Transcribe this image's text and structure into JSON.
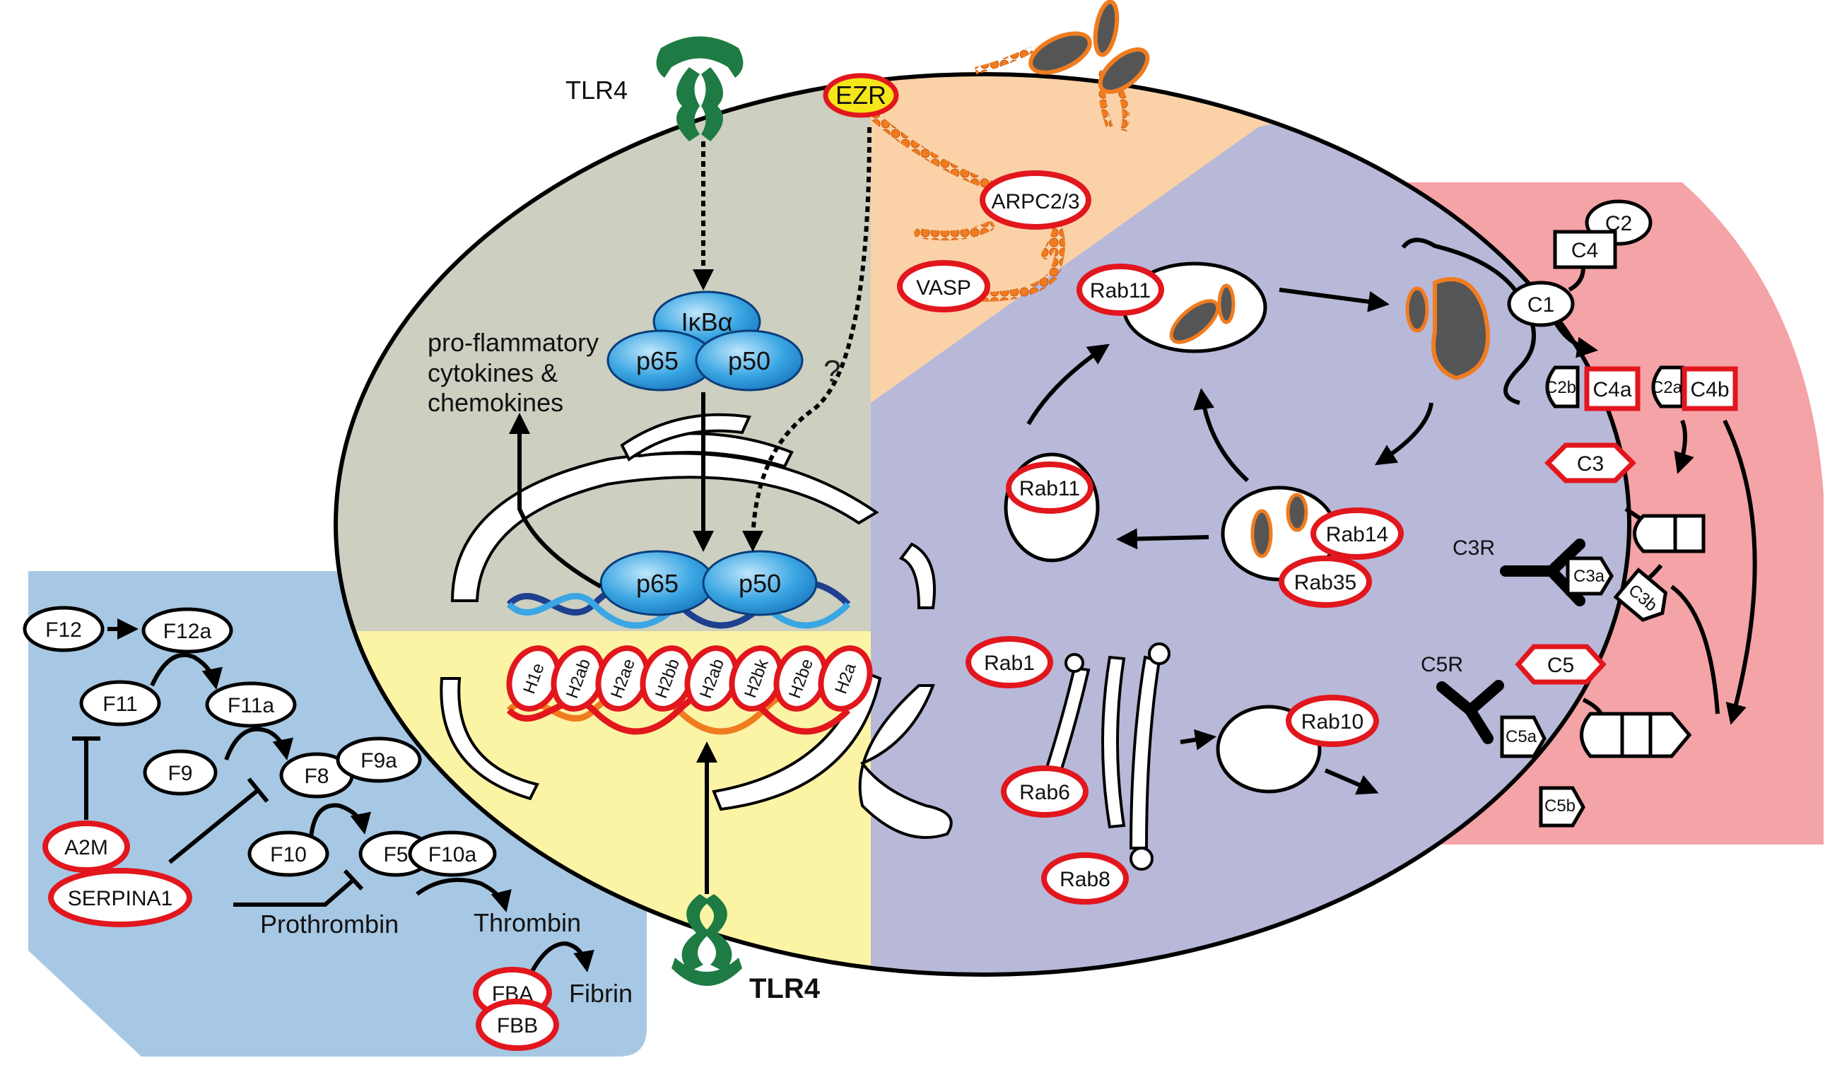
{
  "figure": {
    "tlr4_top": "TLR4",
    "tlr4_bottom": "TLR4",
    "question": "?",
    "cytokines": [
      "pro-flammatory",
      "cytokines &",
      "chemokines"
    ]
  },
  "nfkb": {
    "ikba": "IκBα",
    "p65": "p65",
    "p50": "p50"
  },
  "actin": {
    "ezr": "EZR",
    "arpc": "ARPC2/3",
    "vasp": "VASP"
  },
  "histones": [
    "H1e",
    "H2ab",
    "H2ae",
    "H2bb",
    "H2ab",
    "H2bk",
    "H2be",
    "H2a"
  ],
  "rab": {
    "rab11_top": "Rab11",
    "rab11_left": "Rab11",
    "rab14": "Rab14",
    "rab35": "Rab35",
    "rab1": "Rab1",
    "rab6": "Rab6",
    "rab8": "Rab8",
    "rab10": "Rab10"
  },
  "complement": {
    "c1": "C1",
    "c2": "C2",
    "c4": "C4",
    "c2b": "C2b",
    "c4a": "C4a",
    "c2a": "C2a",
    "c4b": "C4b",
    "c3": "C3",
    "c3r": "C3R",
    "c3a": "C3a",
    "c3b": "C3b",
    "c5": "C5",
    "c5r": "C5R",
    "c5a": "C5a",
    "c5b": "C5b"
  },
  "coagulation": {
    "f12": "F12",
    "f12a": "F12a",
    "f11": "F11",
    "f11a": "F11a",
    "f9": "F9",
    "f9a": "F9a",
    "f8": "F8",
    "f10": "F10",
    "f10a": "F10a",
    "f5": "F5",
    "a2m": "A2M",
    "serpina1": "SERPINA1",
    "prothrombin": "Prothrombin",
    "thrombin": "Thrombin",
    "fba": "FBA",
    "fbb": "FBB",
    "fibrin": "Fibrin"
  },
  "colors": {
    "gray_sector": "#cdcfc0",
    "peach_sector": "#fbd2a8",
    "purple_sector": "#b8b8d9",
    "yellow_sector": "#fcf4a5",
    "blue_panel": "#a7c8e4",
    "pink_panel": "#f4a3a7",
    "red_outline": "#e2161d",
    "tlr4_green": "#1e7b43"
  }
}
